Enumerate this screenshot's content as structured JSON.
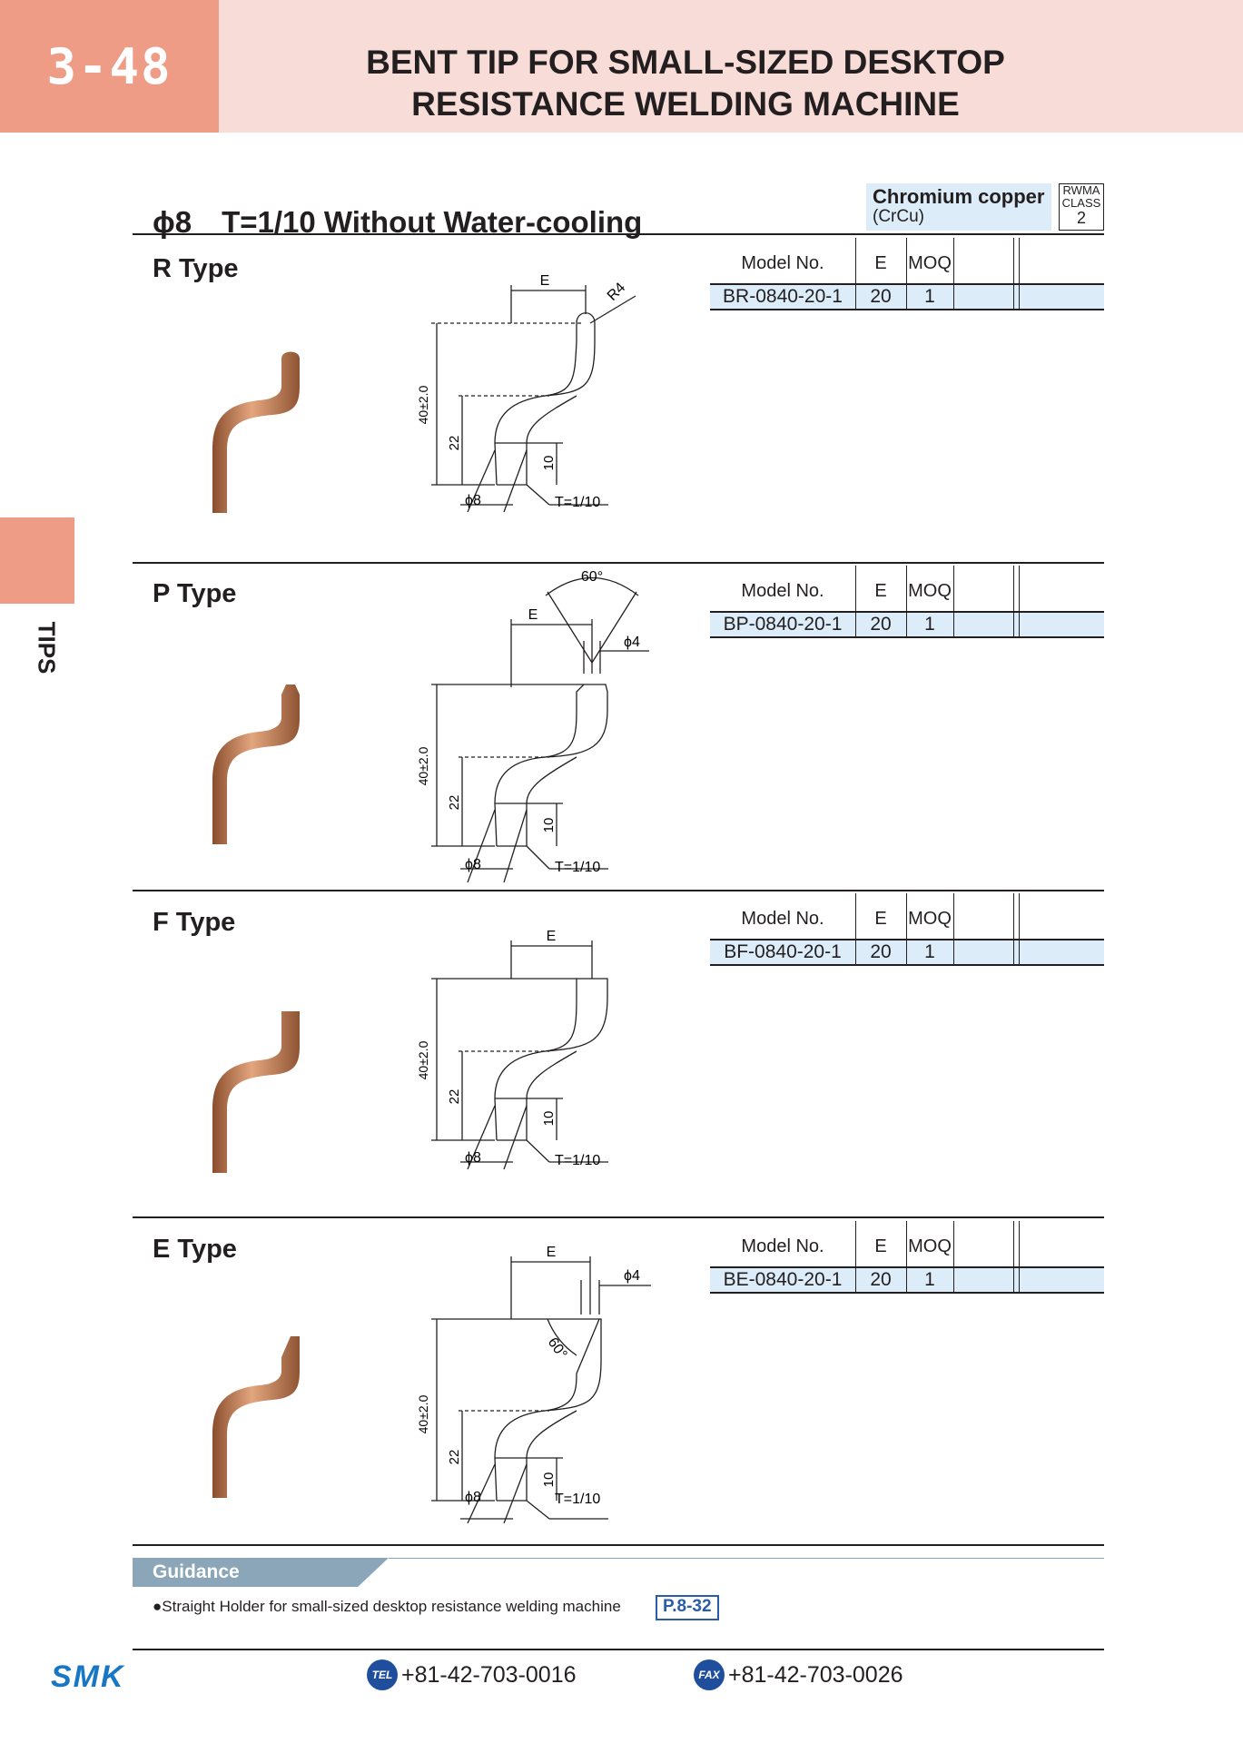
{
  "header": {
    "page_number": "3-48",
    "title_line1": "BENT TIP FOR SMALL-SIZED DESKTOP",
    "title_line2": "RESISTANCE WELDING MACHINE"
  },
  "side_tab": {
    "label": "TIPS"
  },
  "section": {
    "title": "ϕ8　T=1/10 Without Water-cooling",
    "material_name": "Chromium copper",
    "material_sub": "(CrCu)",
    "class_line1": "RWMA",
    "class_line2": "CLASS",
    "class_number": "2"
  },
  "table_headers": {
    "model": "Model No.",
    "e": "E",
    "moq": "MOQ"
  },
  "types": [
    {
      "title": "R Type",
      "model": "BR-0840-20-1",
      "e": "20",
      "moq": "1",
      "tip_label": "R4"
    },
    {
      "title": "P Type",
      "model": "BP-0840-20-1",
      "e": "20",
      "moq": "1",
      "angle_label": "60°",
      "dia_label": "ϕ4"
    },
    {
      "title": "F Type",
      "model": "BF-0840-20-1",
      "e": "20",
      "moq": "1"
    },
    {
      "title": "E Type",
      "model": "BE-0840-20-1",
      "e": "20",
      "moq": "1",
      "angle_label": "60°",
      "dia_label": "ϕ4"
    }
  ],
  "drawing_labels": {
    "e": "E",
    "overall": "40±2.0",
    "mid": "22",
    "base": "10",
    "dia": "ϕ8",
    "taper": "T=1/10"
  },
  "guidance": {
    "title": "Guidance",
    "text": "●Straight Holder for small-sized desktop resistance welding machine",
    "page_ref": "P.8-32"
  },
  "footer": {
    "logo": "SMK",
    "tel_badge": "TEL",
    "tel": "+81-42-703-0016",
    "fax_badge": "FAX",
    "fax": "+81-42-703-0026"
  },
  "colors": {
    "header_band": "#f7dcd7",
    "accent": "#ee9c86",
    "table_fill": "#dcecf8",
    "copper": "#b9774f"
  }
}
